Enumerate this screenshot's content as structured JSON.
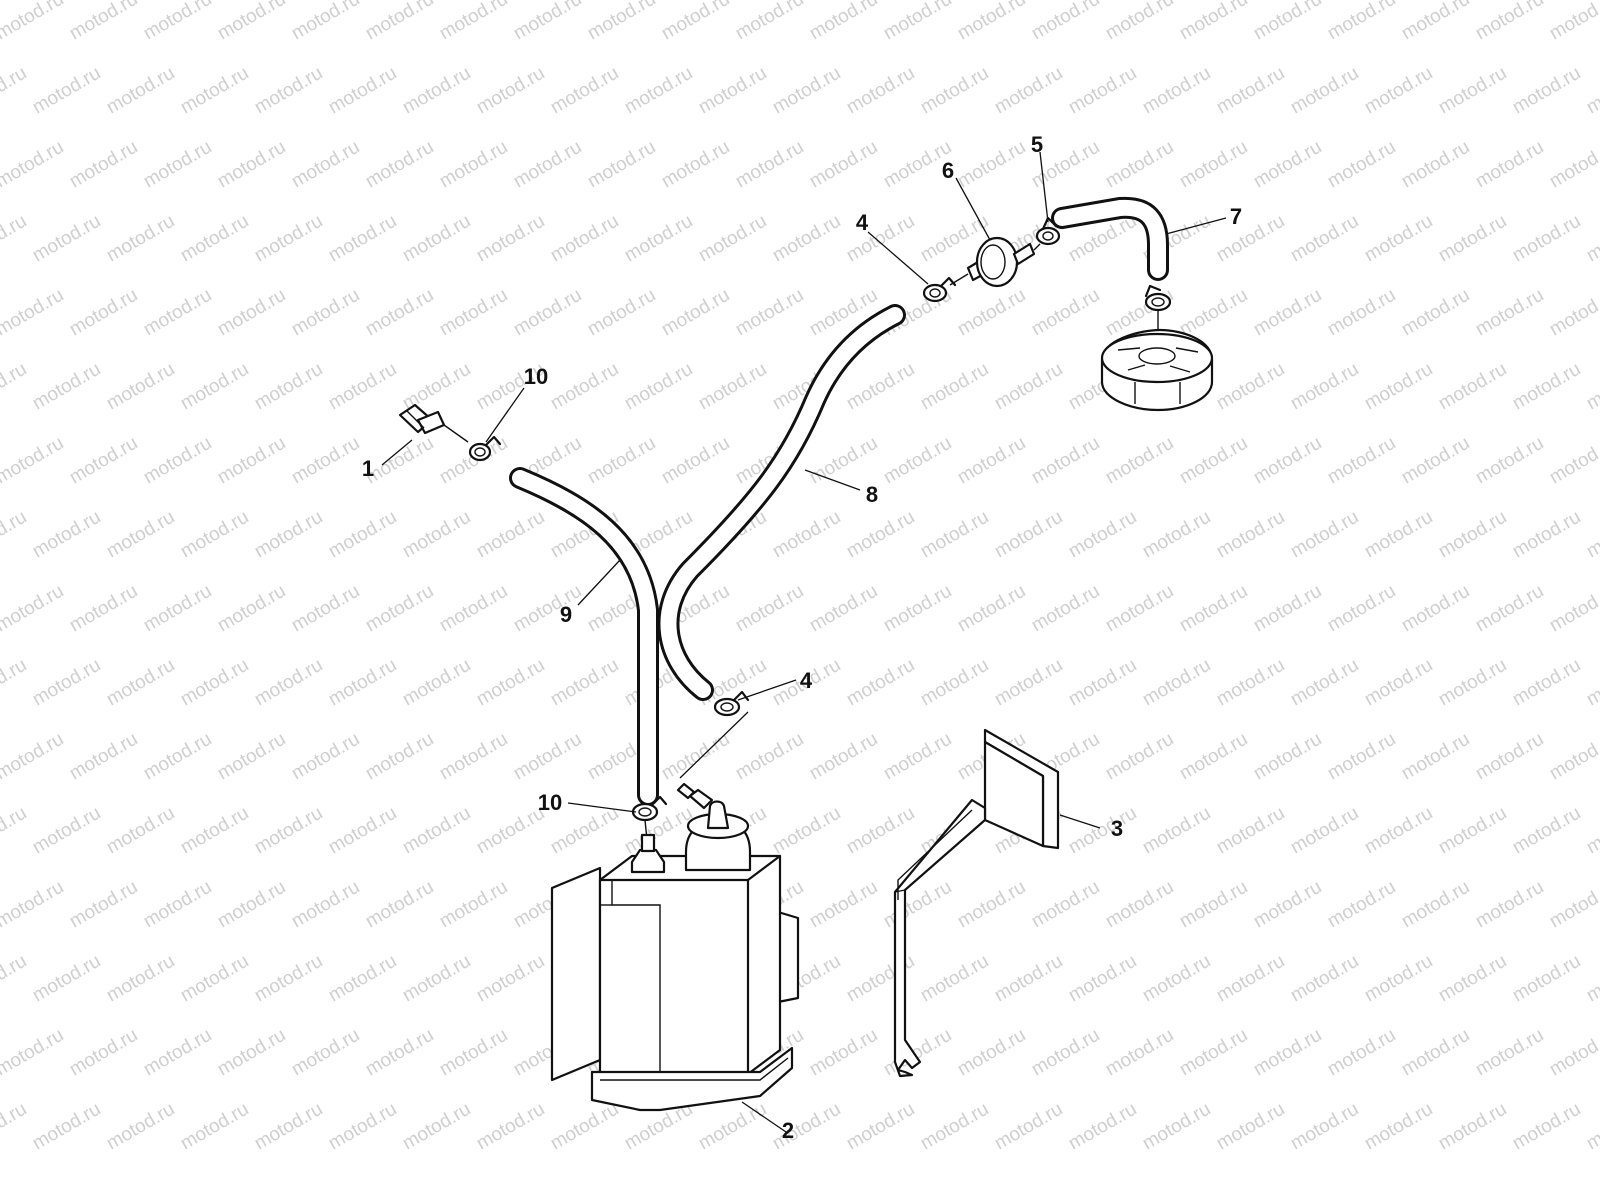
{
  "watermark": {
    "text": "motod.ru"
  },
  "callouts": [
    {
      "id": "c1",
      "text": "1"
    },
    {
      "id": "c2",
      "text": "2"
    },
    {
      "id": "c3",
      "text": "3"
    },
    {
      "id": "c4a",
      "text": "4"
    },
    {
      "id": "c4b",
      "text": "4"
    },
    {
      "id": "c5",
      "text": "5"
    },
    {
      "id": "c6",
      "text": "6"
    },
    {
      "id": "c7",
      "text": "7"
    },
    {
      "id": "c8",
      "text": "8"
    },
    {
      "id": "c9",
      "text": "9"
    },
    {
      "id": "c10a",
      "text": "10"
    },
    {
      "id": "c10b",
      "text": "10"
    }
  ],
  "colors": {
    "line": "#111111",
    "background": "#ffffff",
    "watermark": "#cfcfcf"
  }
}
